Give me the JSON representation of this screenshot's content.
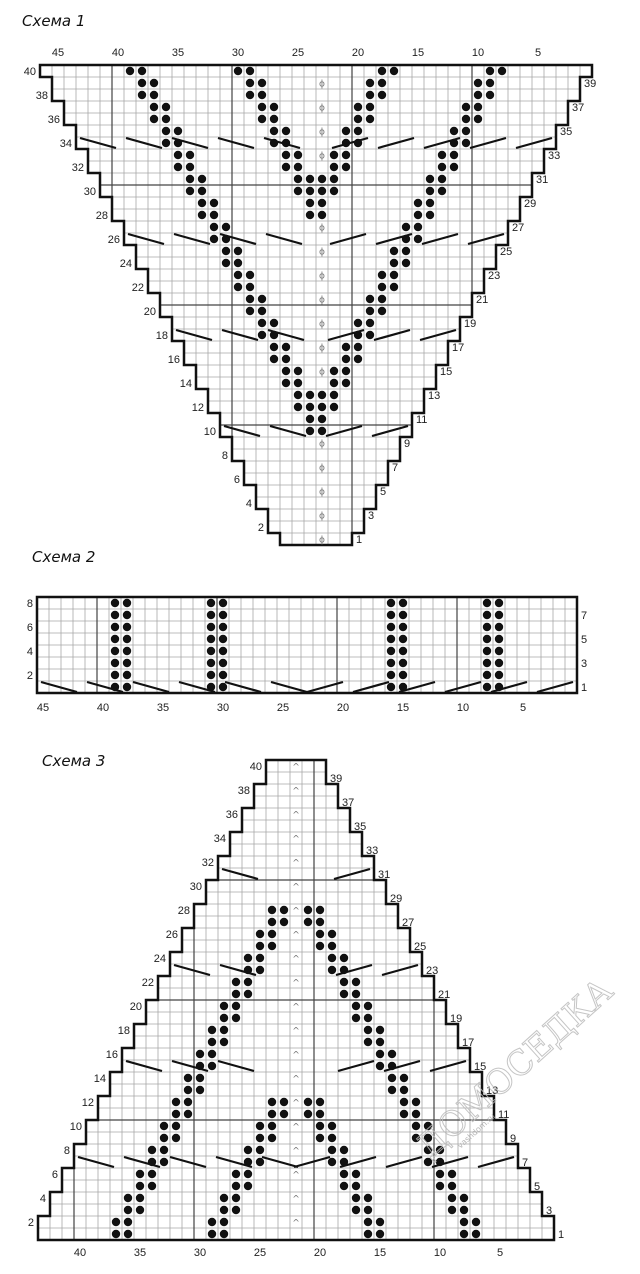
{
  "charts": [
    {
      "title": "Схема 1",
      "stitch_labels": [
        "45",
        "40",
        "35",
        "30",
        "25",
        "20",
        "15",
        "10",
        "5"
      ],
      "left_row_labels": [
        "40",
        "38",
        "36",
        "34",
        "32",
        "30",
        "28",
        "26",
        "24",
        "22",
        "20",
        "18",
        "16",
        "14",
        "12",
        "10",
        "8",
        "6",
        "4",
        "2"
      ],
      "right_row_labels": [
        "39",
        "37",
        "35",
        "33",
        "31",
        "29",
        "27",
        "25",
        "23",
        "21",
        "19",
        "17",
        "15",
        "13",
        "11",
        "9",
        "7",
        "5",
        "3",
        "1"
      ]
    },
    {
      "title": "Схема 2",
      "stitch_labels": [
        "45",
        "40",
        "35",
        "30",
        "25",
        "20",
        "15",
        "10",
        "5"
      ],
      "left_row_labels": [
        "8",
        "6",
        "4",
        "2"
      ],
      "right_row_labels": [
        "7",
        "5",
        "3",
        "1"
      ]
    },
    {
      "title": "Схема 3",
      "stitch_labels": [
        "40",
        "35",
        "30",
        "25",
        "20",
        "15",
        "10",
        "5"
      ],
      "left_row_labels": [
        "40",
        "38",
        "36",
        "34",
        "32",
        "30",
        "28",
        "26",
        "24",
        "22",
        "20",
        "18",
        "16",
        "14",
        "12",
        "10",
        "8",
        "6",
        "4",
        "2"
      ],
      "right_row_labels": [
        "39",
        "37",
        "35",
        "33",
        "31",
        "29",
        "27",
        "25",
        "23",
        "21",
        "19",
        "17",
        "15",
        "13",
        "11",
        "9",
        "7",
        "5",
        "3",
        "1"
      ]
    }
  ],
  "watermark": {
    "text": "ДОМОСЕДКА",
    "subtext": "vashdom.ru"
  },
  "colors": {
    "grid": "#a8a8a8",
    "outline": "#111111",
    "dot": "#111111"
  }
}
